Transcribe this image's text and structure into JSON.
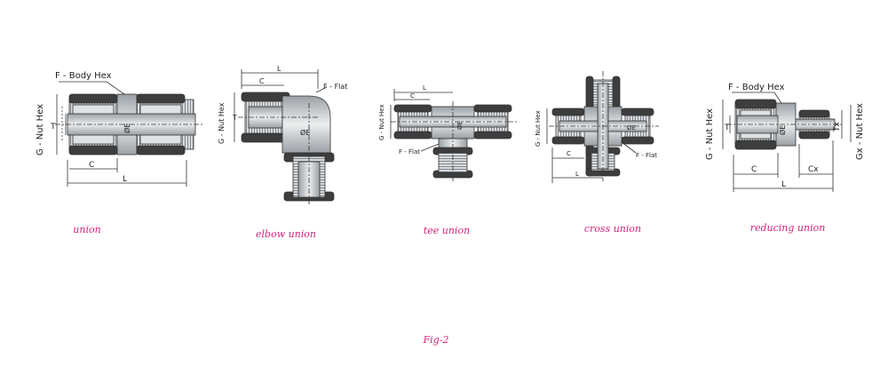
{
  "captions": {
    "union": "union",
    "elbow": "elbow union",
    "tee": "tee union",
    "cross": "cross union",
    "reducing": "reducing union",
    "figure": "Fig-2"
  },
  "labels": {
    "body_hex": "F - Body Hex",
    "flat": "F - Flat",
    "nut_hex": "G - Nut Hex",
    "gx_nut_hex": "Gx - Nut Hex",
    "t": "T",
    "tx": "Tx",
    "c": "C",
    "cx": "Cx",
    "l": "L",
    "e": "ØE"
  },
  "colors": {
    "caption": "#d4237a",
    "nut_dark": "#3d3d3d",
    "metal": "#cfd3d6",
    "line": "#333333"
  }
}
